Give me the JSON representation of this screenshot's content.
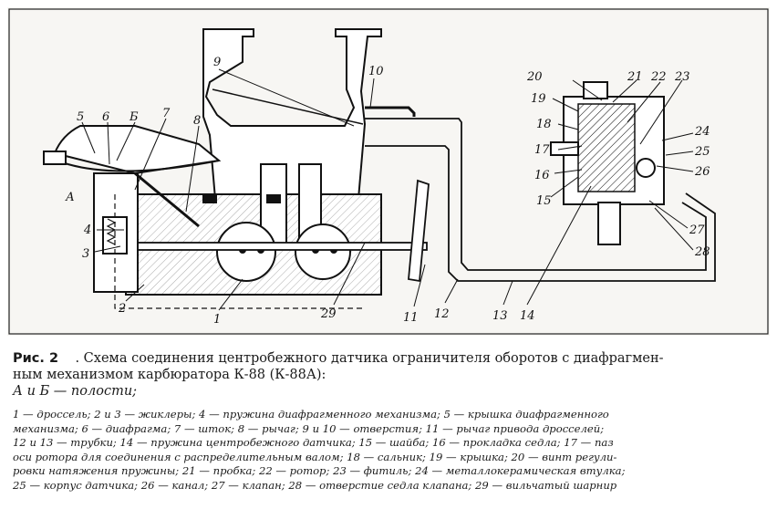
{
  "figure": {
    "callouts": [
      "1",
      "2",
      "3",
      "4",
      "5",
      "6",
      "Б",
      "7",
      "8",
      "А",
      "9",
      "10",
      "11",
      "12",
      "13",
      "14",
      "15",
      "16",
      "17",
      "18",
      "19",
      "20",
      "21",
      "22",
      "23",
      "24",
      "25",
      "26",
      "27",
      "28",
      "29"
    ]
  },
  "caption": {
    "label": "Рис. 2",
    "lines": [
      ". Схема соединения центробежного датчика ограничителя оборотов с диафрагмен-",
      "ным механизмом карбюратора К-88 (К-88А):",
      "А и Б — полости;"
    ]
  },
  "legend": {
    "lines": [
      "1 — дроссель; 2 и 3 — жиклеры; 4 — пружина диафрагменного механизма; 5 — крышка диафрагменного",
      "механизма; 6 — диафрагма; 7 — шток; 8 — рычаг; 9 и 10 — отверстия; 11 — рычаг привода дросселей;",
      "12 и 13 — трубки; 14 — пружина центробежного датчика; 15 — шайба; 16 — прокладка седла; 17 — паз",
      "оси ротора для соединения с распределительным валом; 18 — сальник; 19 — крышка; 20 — винт регули-",
      "ровки натяжения пружины; 21 — пробка; 22 — ротор; 23 — фитиль; 24 — металлокерамическая втулка;",
      "25 — корпус датчика; 26 — канал; 27 — клапан; 28 — отверстие седла клапана; 29 — вильчатый шарнир"
    ]
  }
}
